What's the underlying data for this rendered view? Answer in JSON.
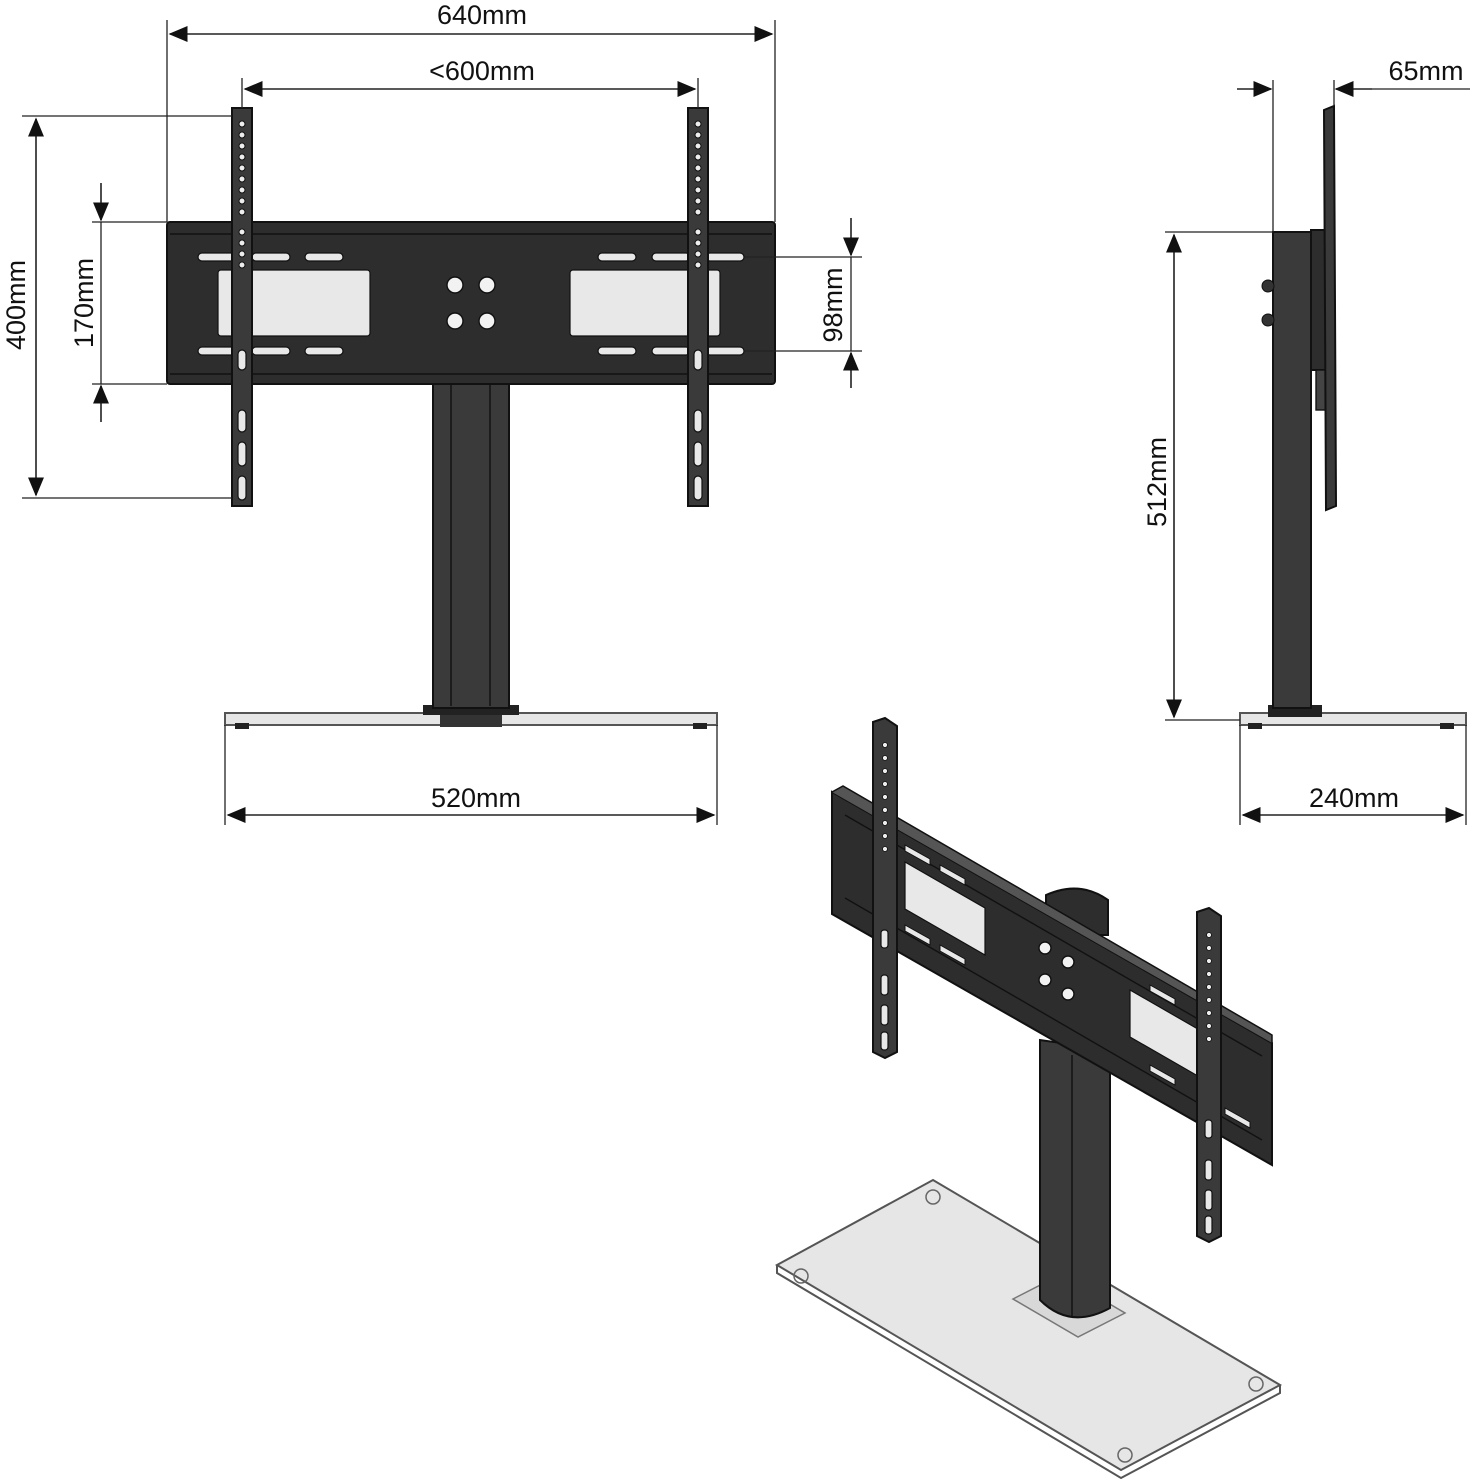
{
  "dimensions": {
    "total_width": "640mm",
    "vesa_max": "<600mm",
    "bracket_height": "400mm",
    "plate_height": "170mm",
    "slot_spacing": "98mm",
    "base_width": "520mm",
    "side_depth": "65mm",
    "max_height": "512mm",
    "base_depth": "240mm"
  }
}
